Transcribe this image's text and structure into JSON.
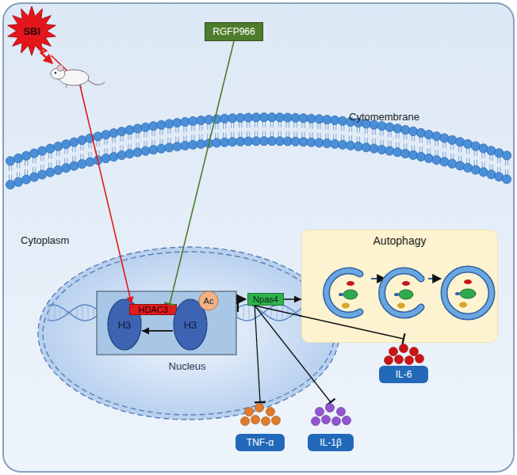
{
  "diagram": {
    "nodes": [
      {
        "text": [
          "SBI"
        ]
      },
      {
        "text": [
          "RGFP966"
        ]
      },
      {
        "text": [
          "Nucleus"
        ]
      },
      {
        "text": [
          "H3"
        ],
        "in": 2
      },
      {
        "text": [
          "HDAC3"
        ],
        "in": 2
      },
      {
        "text": [
          "Ac"
        ],
        "in": 2
      },
      {
        "text": [
          "H3"
        ],
        "in": 2
      },
      {
        "text": [
          "Npas4"
        ],
        "in": 2
      },
      {
        "text": [
          "Autophagy"
        ]
      },
      {
        "text": [
          "IL-6"
        ]
      },
      {
        "text": [
          "TNF-α"
        ]
      },
      {
        "text": [
          "IL-1β"
        ]
      }
    ],
    "edges": [
      {
        "from": 0,
        "to": 4,
        "arrow": "to"
      },
      {
        "from": 1,
        "to": 4,
        "arrow": "to"
      },
      {
        "from": 6,
        "to": 3,
        "arrow": "to"
      },
      {
        "from": 7,
        "to": 8,
        "arrow": "to"
      },
      {
        "from": 7,
        "to": 9,
        "arrow": "to"
      },
      {
        "from": 7,
        "to": 10,
        "arrow": "to"
      },
      {
        "from": 7,
        "to": 11,
        "arrow": "to"
      }
    ],
    "labels": [
      "Cytomembrane",
      "Cytoplasm"
    ]
  }
}
